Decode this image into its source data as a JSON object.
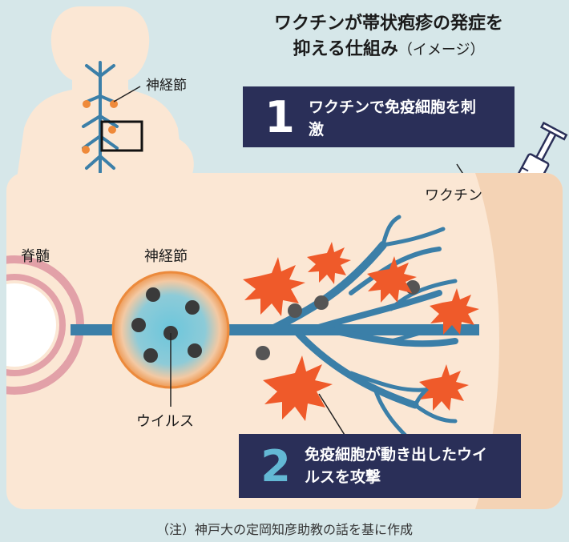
{
  "title": {
    "line1": "ワクチンが帯状疱疹の発症を",
    "line2_main": "抑える仕組み",
    "line2_sub": "（イメージ）"
  },
  "labels": {
    "ganglion_top": "神経節",
    "vaccine": "ワクチン",
    "spinal_cord": "脊髄",
    "ganglion": "神経節",
    "virus": "ウイルス"
  },
  "steps": [
    {
      "number": "1",
      "text": "ワクチンで免疫細胞を刺激"
    },
    {
      "number": "2",
      "text": "免疫細胞が動き出したウイルスを攻撃"
    }
  ],
  "footer": "（注）神戸大の定岡知彦助教の話を基に作成",
  "colors": {
    "background": "#d6e7e9",
    "panel": "#fbe7d4",
    "callout": "#2a2f58",
    "nerve": "#3b7fa8",
    "immune_cell": "#ef5a2a",
    "virus": "#555555",
    "body": "#fbe7d4"
  }
}
